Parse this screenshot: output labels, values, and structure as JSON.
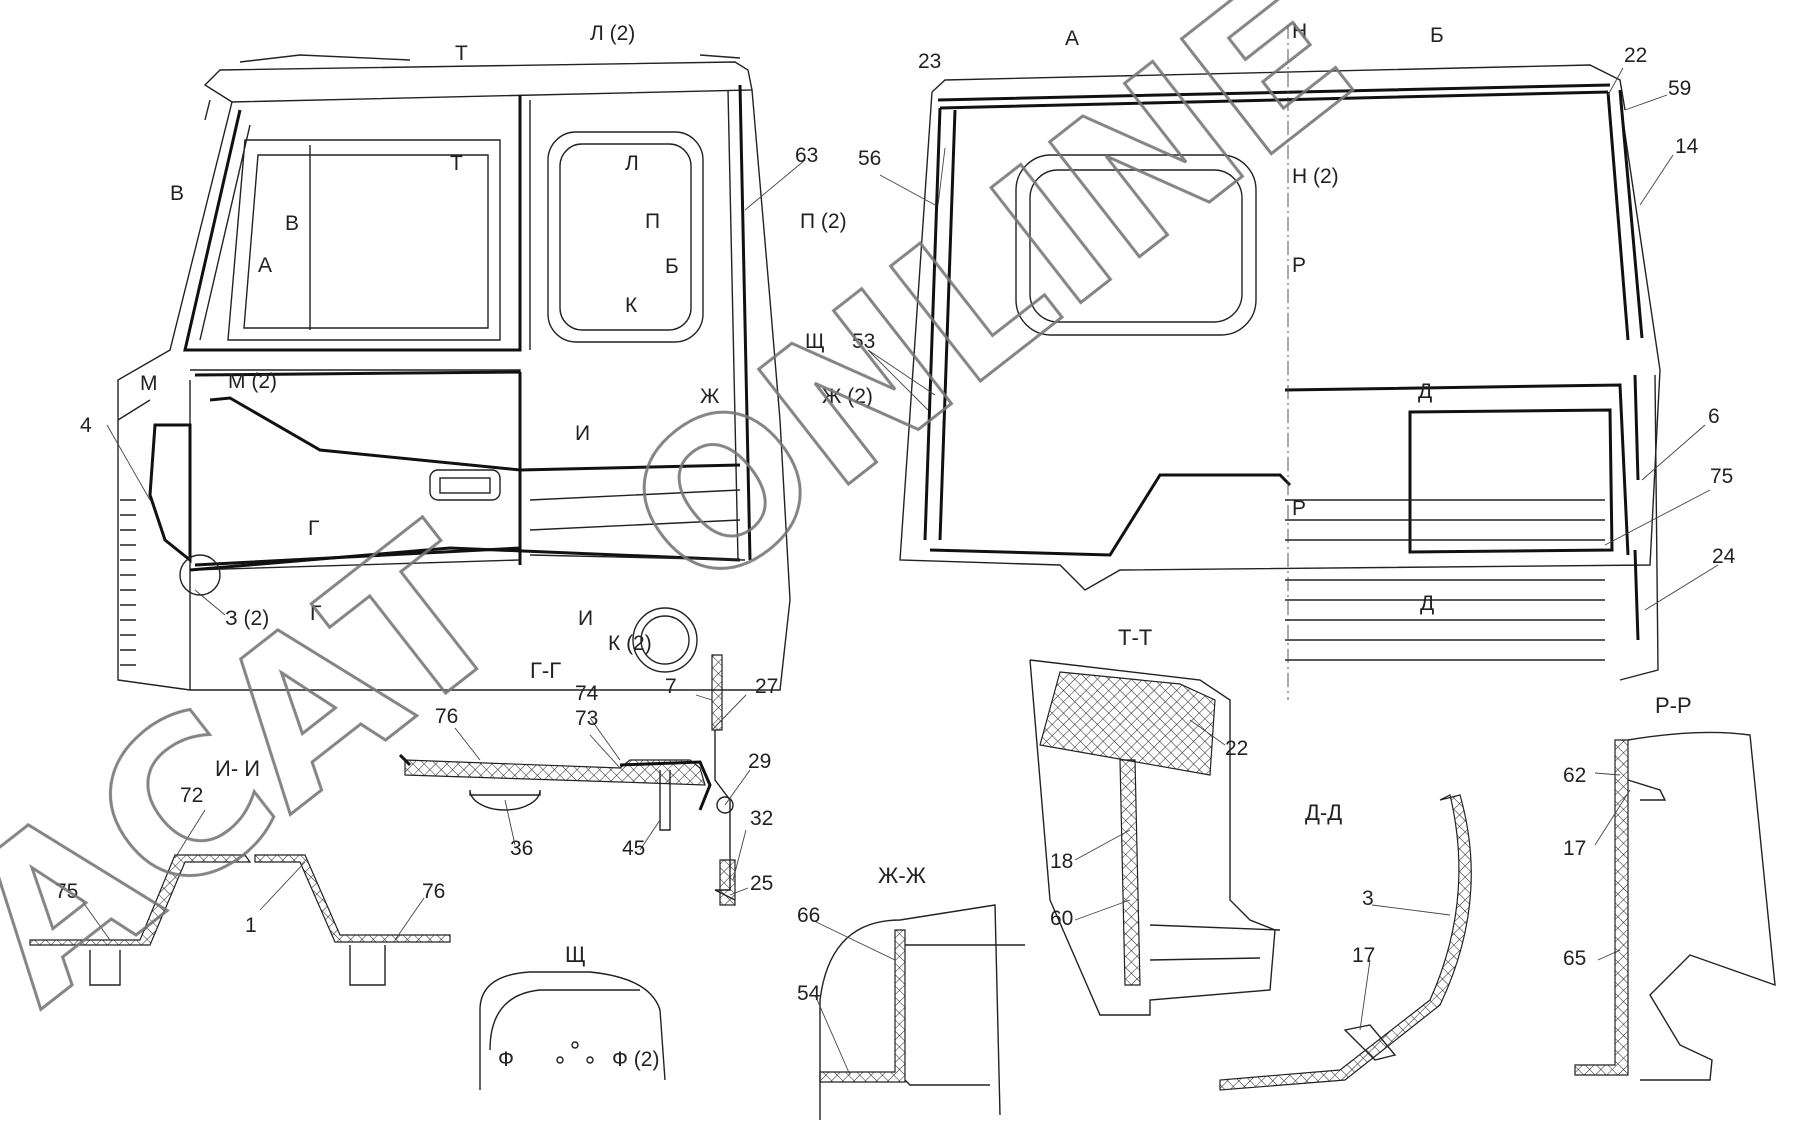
{
  "watermark": {
    "line1": "ACAT",
    "line2": "ONLINE"
  },
  "views": {
    "left_view": {
      "markers": [
        {
          "id": "t_top",
          "text": "Т"
        },
        {
          "id": "l2",
          "text": "Л (2)"
        },
        {
          "id": "t_mid",
          "text": "Т"
        },
        {
          "id": "l",
          "text": "Л"
        },
        {
          "id": "v_out",
          "text": "В"
        },
        {
          "id": "v_in",
          "text": "В"
        },
        {
          "id": "a",
          "text": "А"
        },
        {
          "id": "p",
          "text": "П"
        },
        {
          "id": "p2",
          "text": "П (2)"
        },
        {
          "id": "b",
          "text": "Б"
        },
        {
          "id": "k",
          "text": "К"
        },
        {
          "id": "shch",
          "text": "Щ"
        },
        {
          "id": "m",
          "text": "М"
        },
        {
          "id": "m2",
          "text": "М (2)"
        },
        {
          "id": "zh",
          "text": "Ж"
        },
        {
          "id": "zh2",
          "text": "Ж (2)"
        },
        {
          "id": "i",
          "text": "И"
        },
        {
          "id": "g",
          "text": "Г"
        },
        {
          "id": "g_low",
          "text": "Г"
        },
        {
          "id": "z2",
          "text": "З (2)"
        },
        {
          "id": "i_low",
          "text": "И"
        },
        {
          "id": "k2",
          "text": "К (2)"
        }
      ],
      "callouts": [
        {
          "id": "c63",
          "text": "63"
        },
        {
          "id": "c4",
          "text": "4"
        },
        {
          "id": "c53",
          "text": "53"
        }
      ]
    },
    "right_view": {
      "markers": [
        {
          "id": "a_top",
          "text": "А"
        },
        {
          "id": "n",
          "text": "Н"
        },
        {
          "id": "b_top",
          "text": "Б"
        },
        {
          "id": "n2",
          "text": "Н (2)"
        },
        {
          "id": "r",
          "text": "Р"
        },
        {
          "id": "d",
          "text": "Д"
        },
        {
          "id": "r_low",
          "text": "Р"
        },
        {
          "id": "d_low",
          "text": "Д"
        }
      ],
      "callouts": [
        {
          "id": "c23",
          "text": "23"
        },
        {
          "id": "c56",
          "text": "56"
        },
        {
          "id": "c22",
          "text": "22"
        },
        {
          "id": "c59",
          "text": "59"
        },
        {
          "id": "c14",
          "text": "14"
        },
        {
          "id": "c6",
          "text": "6"
        },
        {
          "id": "c75",
          "text": "75"
        },
        {
          "id": "c24",
          "text": "24"
        }
      ]
    }
  },
  "sections": {
    "gg": {
      "title": "Г-Г",
      "callouts": [
        "76",
        "74",
        "73",
        "7",
        "27",
        "29",
        "32",
        "25",
        "45",
        "36"
      ]
    },
    "ii": {
      "title": "И- И",
      "callouts": [
        "72",
        "75",
        "1",
        "76"
      ]
    },
    "shch": {
      "title": "Щ",
      "labels": [
        "Ф",
        "Ф (2)"
      ]
    },
    "zhzh": {
      "title": "Ж-Ж",
      "callouts": [
        "66",
        "54"
      ]
    },
    "tt": {
      "title": "Т-Т",
      "callouts": [
        "22",
        "18",
        "60"
      ]
    },
    "dd": {
      "title": "Д-Д",
      "callouts": [
        "3",
        "17"
      ]
    },
    "rr": {
      "title": "Р-Р",
      "callouts": [
        "62",
        "17",
        "65"
      ]
    }
  }
}
